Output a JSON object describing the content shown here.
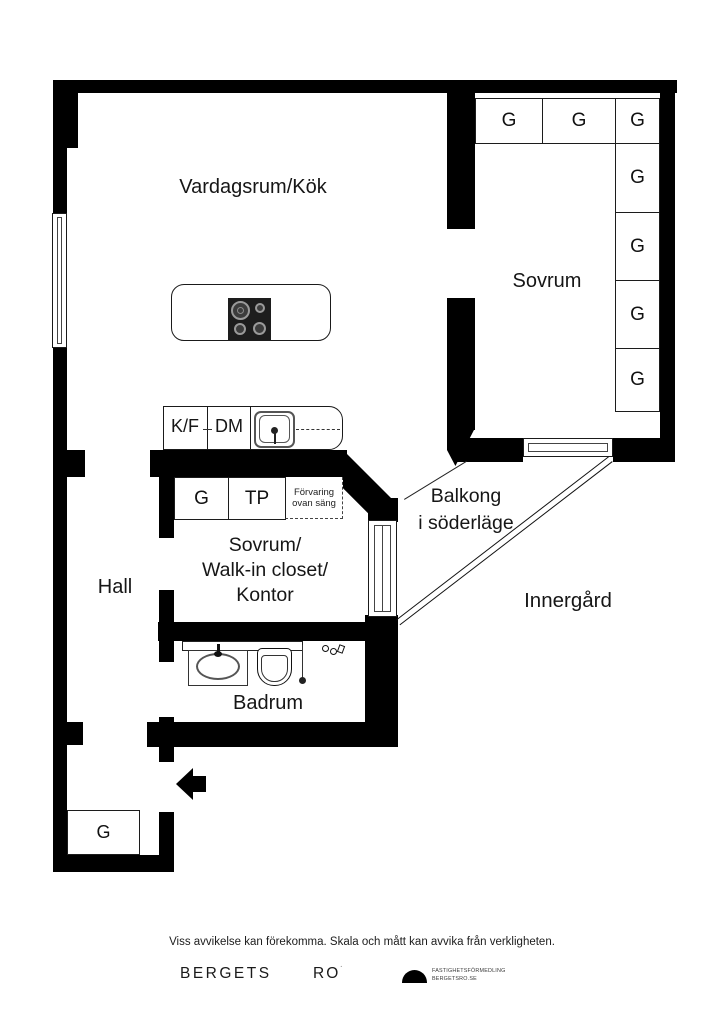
{
  "rooms": {
    "living": "Vardagsrum/Kök",
    "bedroom": "Sovrum",
    "hall": "Hall",
    "walkin": [
      "Sovrum/",
      "Walk-in closet/",
      "Kontor"
    ],
    "bathroom": "Badrum",
    "balcony": [
      "Balkong",
      "i söderläge"
    ],
    "courtyard": "Innergård"
  },
  "kitchen": {
    "fridge_freezer": "K/F",
    "dishwasher": "DM"
  },
  "closets": {
    "bedroom_top": [
      "G",
      "G",
      "G"
    ],
    "bedroom_right": [
      "G",
      "G",
      "G",
      "G"
    ],
    "walkin_g": "G",
    "walkin_tp": "TP",
    "storage_note": [
      "Förvaring",
      "ovan säng"
    ],
    "hall_g": "G"
  },
  "icons": {
    "entrance_arrow": "arrow-left",
    "brand_logo": "half-dome"
  },
  "colors": {
    "wall": "#000000",
    "text": "#161616"
  },
  "footer": {
    "disclaimer": "Viss avvikelse kan förekomma. Skala och mått kan avvika från verkligheten.",
    "brand_1": "BERGETS",
    "brand_2": "RO",
    "brand_mark": "˙",
    "logo_line1": "FASTIGHETSFÖRMEDLING",
    "logo_line2": "BERGETSRO.SE"
  }
}
